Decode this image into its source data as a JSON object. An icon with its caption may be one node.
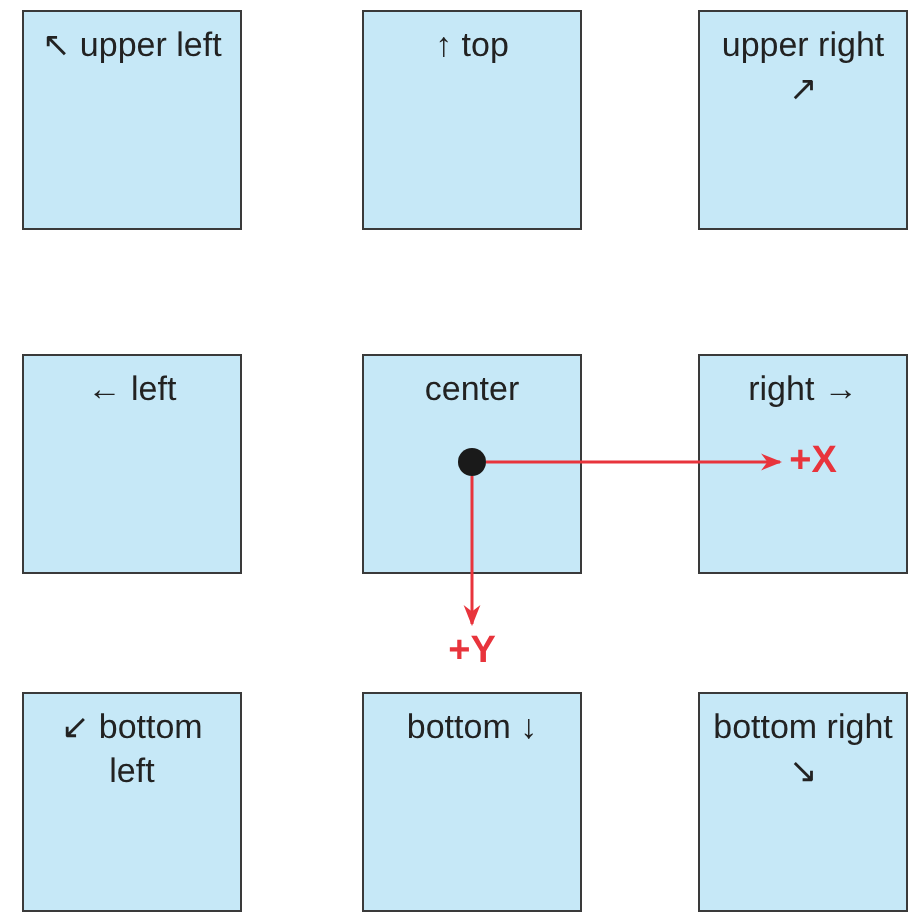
{
  "diagram": {
    "nodes": [
      {
        "text": [
          "↖ upper left"
        ]
      },
      {
        "text": [
          "↑ top"
        ]
      },
      {
        "text": [
          "upper right ↗"
        ]
      },
      {
        "text": [
          "← left"
        ]
      },
      {
        "text": [
          "center"
        ]
      },
      {
        "text": [
          "right →"
        ]
      },
      {
        "text": [
          "↙ bottom left"
        ]
      },
      {
        "text": [
          "bottom ↓"
        ]
      },
      {
        "text": [
          "bottom right ↘"
        ]
      },
      {
        "text": [],
        "shape": "circle",
        "in": 4
      },
      {
        "text": [
          "+X"
        ],
        "in": 5
      },
      {
        "text": [
          "+Y"
        ]
      }
    ],
    "edges": [
      {
        "from": 9,
        "to": 10,
        "arrow": "to"
      },
      {
        "from": 9,
        "to": 11,
        "arrow": "to"
      }
    ]
  }
}
